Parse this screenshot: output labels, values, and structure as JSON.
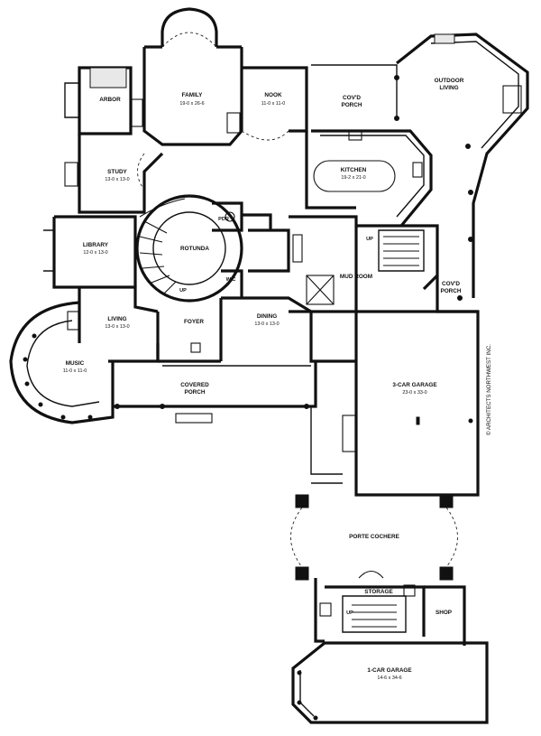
{
  "rooms": {
    "arbor": {
      "name": "ARBOR"
    },
    "family": {
      "name": "FAMILY",
      "dims": "19-0 x 26-6"
    },
    "nook": {
      "name": "NOOK",
      "dims": "11-0 x 11-0"
    },
    "covd_porch_top": {
      "name": "COV'D",
      "name2": "PORCH"
    },
    "outdoor_living": {
      "name": "OUTDOOR",
      "name2": "LIVING"
    },
    "study": {
      "name": "STUDY",
      "dims": "13-0 x 13-0"
    },
    "kitchen": {
      "name": "KITCHEN",
      "dims": "19-2 x 21-0"
    },
    "library": {
      "name": "LIBRARY",
      "dims": "12-0 x 13-0"
    },
    "rotunda": {
      "name": "ROTUNDA"
    },
    "pdr": {
      "name": "PDR"
    },
    "wic": {
      "name": "W/C"
    },
    "mud_room": {
      "name": "MUD ROOM"
    },
    "covd_porch_side": {
      "name": "COV'D",
      "name2": "PORCH"
    },
    "living": {
      "name": "LIVING",
      "dims": "13-0 x 13-0"
    },
    "foyer": {
      "name": "FOYER"
    },
    "dining": {
      "name": "DINING",
      "dims": "13-0 x 13-0"
    },
    "music": {
      "name": "MUSIC",
      "dims": "11-0 x 11-0"
    },
    "covered_porch": {
      "name": "COVERED",
      "name2": "PORCH"
    },
    "garage3": {
      "name": "3-CAR GARAGE",
      "dims": "23-0 x 33-0"
    },
    "porte_cochere": {
      "name": "PORTE COCHERE"
    },
    "storage": {
      "name": "STORAGE"
    },
    "shop": {
      "name": "SHOP"
    },
    "garage1": {
      "name": "1-CAR GARAGE",
      "dims": "14-6 x 34-6"
    }
  },
  "stair_labels": {
    "up_rotunda": "UP",
    "up_kitchen": "UP",
    "up_garage": "UP"
  },
  "credit": "© ARCHITECTS NORTHWEST INC."
}
